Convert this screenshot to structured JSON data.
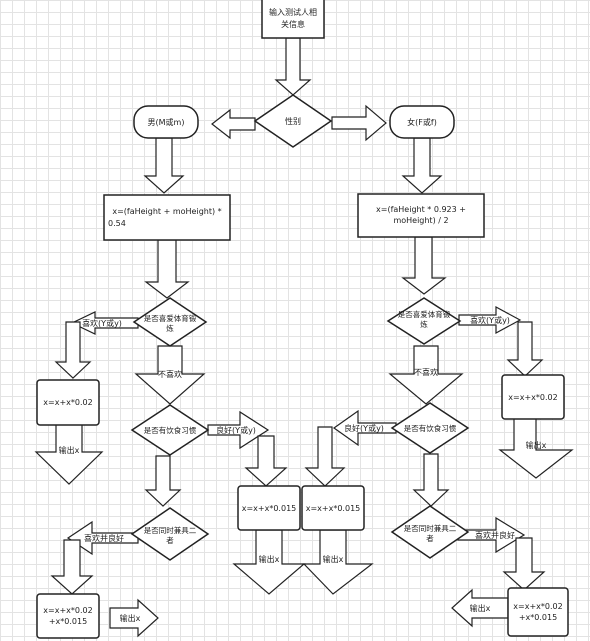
{
  "nodes": {
    "start": [
      "输入测试人相",
      "关信息"
    ],
    "gender": "性别",
    "male": "男(M或m)",
    "female": "女(F或f)",
    "male_formula": [
      "x=(faHeight + moHeight) *",
      "0.54"
    ],
    "female_formula": [
      "x=(faHeight * 0.923 +",
      "moHeight) / 2"
    ],
    "sport_left": [
      "是否喜爱体育锻",
      "炼"
    ],
    "sport_right": [
      "是否喜爱体育锻",
      "炼"
    ],
    "diet_left": "是否有饮食习惯",
    "diet_right": "是否有饮食习惯",
    "both_left": [
      "是否同时兼具二",
      "者"
    ],
    "both_right": [
      "是否同时兼具二",
      "者"
    ],
    "sport_calc_left": "x=x+x*0.02",
    "sport_calc_right": "x=x+x*0.02",
    "diet_calc_left": "x=x+x*0.015",
    "diet_calc_right": "x=x+x*0.015",
    "both_calc_left": [
      "x=x+x*0.02",
      "+x*0.015"
    ],
    "both_calc_right": [
      "x=x+x*0.02",
      "+x*0.015"
    ]
  },
  "labels": {
    "like_yes": "喜欢(Y或y)",
    "dislike": "不喜欢",
    "good_yes": "良好(Y或y)",
    "like_and_good": "喜欢并良好",
    "output": "输出x"
  }
}
